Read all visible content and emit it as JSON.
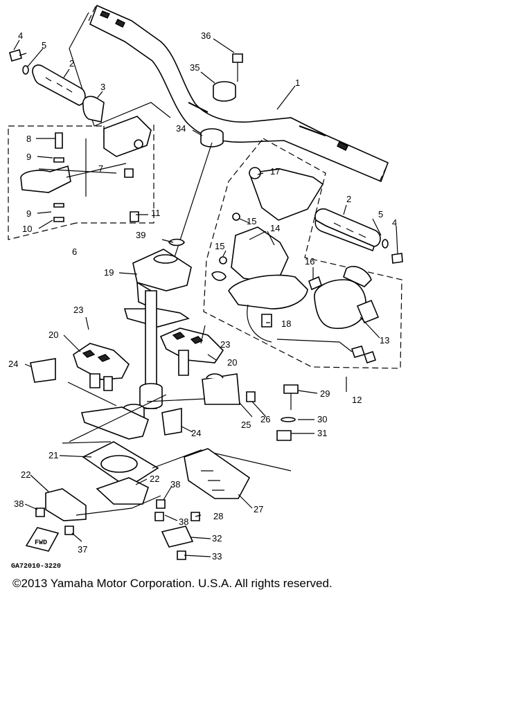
{
  "diagram": {
    "drawing_code": "GA72010-3220",
    "fwd_label": "FWD",
    "callouts": [
      {
        "id": "c4a",
        "label": "4"
      },
      {
        "id": "c5a",
        "label": "5"
      },
      {
        "id": "c2a",
        "label": "2"
      },
      {
        "id": "c3",
        "label": "3"
      },
      {
        "id": "c36",
        "label": "36"
      },
      {
        "id": "c35",
        "label": "35"
      },
      {
        "id": "c1",
        "label": "1"
      },
      {
        "id": "c34",
        "label": "34"
      },
      {
        "id": "c8",
        "label": "8"
      },
      {
        "id": "c9a",
        "label": "9"
      },
      {
        "id": "c7",
        "label": "7"
      },
      {
        "id": "c9b",
        "label": "9"
      },
      {
        "id": "c10",
        "label": "10"
      },
      {
        "id": "c11",
        "label": "11"
      },
      {
        "id": "c6",
        "label": "6"
      },
      {
        "id": "c17",
        "label": "17"
      },
      {
        "id": "c2b",
        "label": "2"
      },
      {
        "id": "c15a",
        "label": "15"
      },
      {
        "id": "c14",
        "label": "14"
      },
      {
        "id": "c5b",
        "label": "5"
      },
      {
        "id": "c4b",
        "label": "4"
      },
      {
        "id": "c15b",
        "label": "15"
      },
      {
        "id": "c16",
        "label": "16"
      },
      {
        "id": "c39",
        "label": "39"
      },
      {
        "id": "c19",
        "label": "19"
      },
      {
        "id": "c18",
        "label": "18"
      },
      {
        "id": "c13",
        "label": "13"
      },
      {
        "id": "c12",
        "label": "12"
      },
      {
        "id": "c23a",
        "label": "23"
      },
      {
        "id": "c20a",
        "label": "20"
      },
      {
        "id": "c23b",
        "label": "23"
      },
      {
        "id": "c20b",
        "label": "20"
      },
      {
        "id": "c24a",
        "label": "24"
      },
      {
        "id": "c29",
        "label": "29"
      },
      {
        "id": "c25",
        "label": "25"
      },
      {
        "id": "c26",
        "label": "26"
      },
      {
        "id": "c30",
        "label": "30"
      },
      {
        "id": "c31",
        "label": "31"
      },
      {
        "id": "c24b",
        "label": "24"
      },
      {
        "id": "c21",
        "label": "21"
      },
      {
        "id": "c22a",
        "label": "22"
      },
      {
        "id": "c22b",
        "label": "22"
      },
      {
        "id": "c38a",
        "label": "38"
      },
      {
        "id": "c38b",
        "label": "38"
      },
      {
        "id": "c38c",
        "label": "38"
      },
      {
        "id": "c28",
        "label": "28"
      },
      {
        "id": "c27",
        "label": "27"
      },
      {
        "id": "c37",
        "label": "37"
      },
      {
        "id": "c32",
        "label": "32"
      },
      {
        "id": "c33",
        "label": "33"
      }
    ]
  },
  "footer": {
    "copyright": "©2013 Yamaha Motor Corporation. U.S.A. All rights reserved."
  }
}
